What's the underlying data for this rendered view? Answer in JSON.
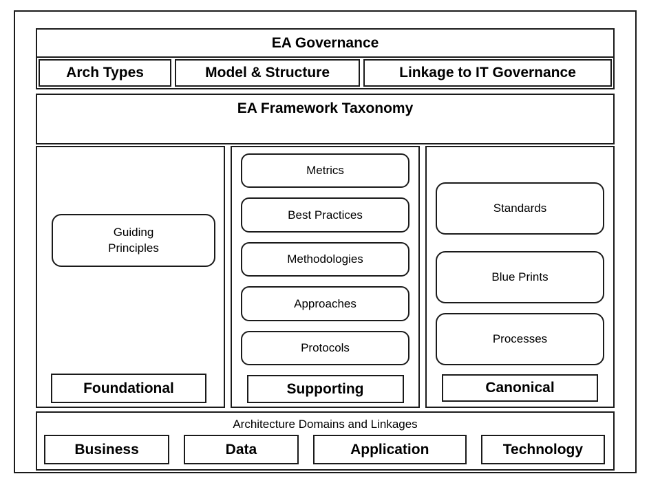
{
  "colors": {
    "border": "#1a1a1a",
    "background": "#ffffff",
    "text": "#000000"
  },
  "governance": {
    "title": "EA Governance",
    "tabs": [
      {
        "label": "Arch Types"
      },
      {
        "label": "Model & Structure"
      },
      {
        "label": "Linkage to IT Governance"
      }
    ]
  },
  "taxonomy": {
    "title": "EA Framework Taxonomy"
  },
  "columns": {
    "foundational": {
      "label": "Foundational",
      "items": [
        "Guiding Principles"
      ]
    },
    "supporting": {
      "label": "Supporting",
      "items": [
        "Metrics",
        "Best Practices",
        "Methodologies",
        "Approaches",
        "Protocols"
      ]
    },
    "canonical": {
      "label": "Canonical",
      "items": [
        "Standards",
        "Blue Prints",
        "Processes"
      ]
    }
  },
  "domains": {
    "title": "Architecture Domains and Linkages",
    "items": [
      "Business",
      "Data",
      "Application",
      "Technology"
    ]
  }
}
